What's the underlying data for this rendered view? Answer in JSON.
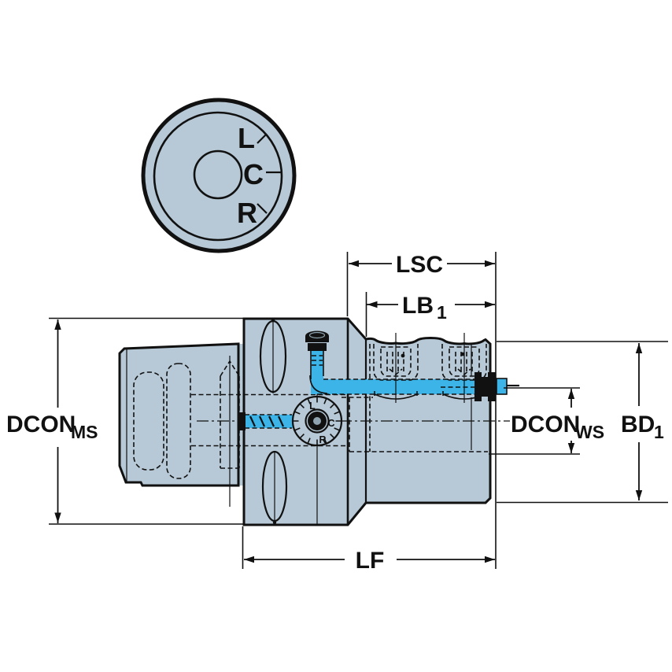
{
  "colors": {
    "background": "#ffffff",
    "body_fill": "#b7c9d6",
    "coolant_blue": "#3cb4e8",
    "line_ink": "#111111",
    "detail_gray": "#8fa3b0"
  },
  "front_view": {
    "label_l": "L",
    "label_c": "C",
    "label_r": "R"
  },
  "dial": {
    "label_l": "L",
    "label_c": "C",
    "label_r": "R"
  },
  "dimensions": {
    "lsc": "LSC",
    "lb": "LB",
    "lb_sub": "1",
    "dcon_ms": "DCON",
    "dcon_ms_sub": "MS",
    "dcon_ws": "DCON",
    "dcon_ws_sub": "WS",
    "bd": "BD",
    "bd_sub": "1",
    "lf": "LF"
  }
}
